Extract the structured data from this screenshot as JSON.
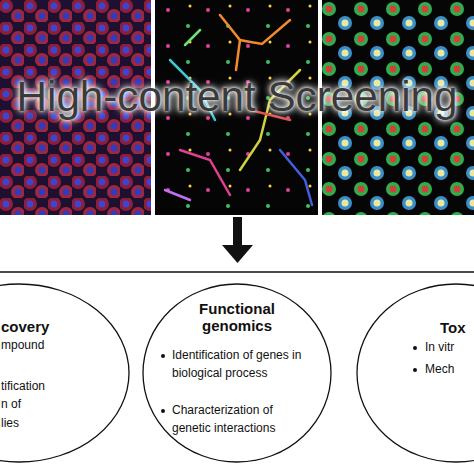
{
  "diagram": {
    "title": "High-content Screening",
    "nodes": [
      {
        "text": [
          "covery",
          "mpound",
          "tification",
          "n of",
          "lies"
        ]
      },
      {
        "text": [
          "Functional genomics",
          "Identification of genes in biological process",
          "Characterization of genetic interactions"
        ]
      },
      {
        "text": [
          "Tox",
          "In vitr",
          "Mech"
        ]
      }
    ]
  }
}
